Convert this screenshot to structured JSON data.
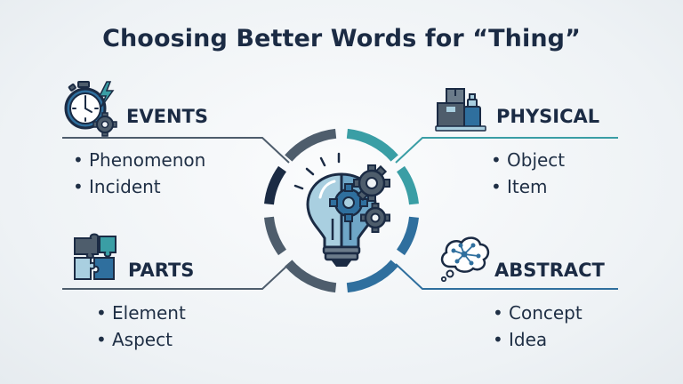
{
  "title": "Choosing Better Words for “Thing”",
  "categories": [
    {
      "key": "events",
      "heading": "EVENTS",
      "icon": "stopwatch-gear-icon",
      "items": [
        "Phenomenon",
        "Incident"
      ]
    },
    {
      "key": "physical",
      "heading": "PHYSICAL",
      "icon": "boxes-icon",
      "items": [
        "Object",
        "Item"
      ]
    },
    {
      "key": "parts",
      "heading": "PARTS",
      "icon": "puzzle-icon",
      "items": [
        "Element",
        "Aspect"
      ]
    },
    {
      "key": "abstract",
      "heading": "ABSTRACT",
      "icon": "thought-bubble-network-icon",
      "items": [
        "Concept",
        "Idea"
      ]
    }
  ],
  "center": {
    "icon": "lightbulb-gears-icon"
  },
  "colors": {
    "navy": "#1b2b44",
    "teal": "#3a9ea5",
    "blue": "#2f6f9e",
    "slate": "#4e5d6c",
    "lightblue": "#a9cfe0"
  }
}
